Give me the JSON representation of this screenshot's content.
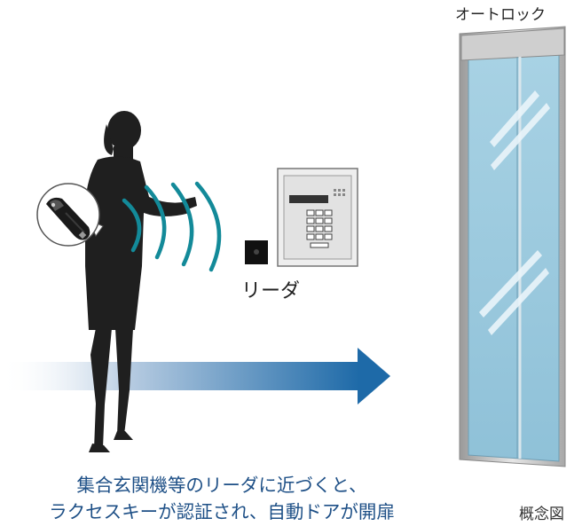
{
  "door": {
    "title": "オートロック"
  },
  "reader": {
    "label": "リーダ"
  },
  "caption": {
    "line1": "集合玄関機等のリーダに近づくと、",
    "line2": "ラクセスキーが認証され、自動ドアが開扉"
  },
  "note": "概念図",
  "colors": {
    "arrow": "#1e6aa8",
    "signal": "#138a99",
    "glass": "#9ccbe0",
    "caption_text": "#1d4f86",
    "silhouette": "#1f1f1f"
  }
}
